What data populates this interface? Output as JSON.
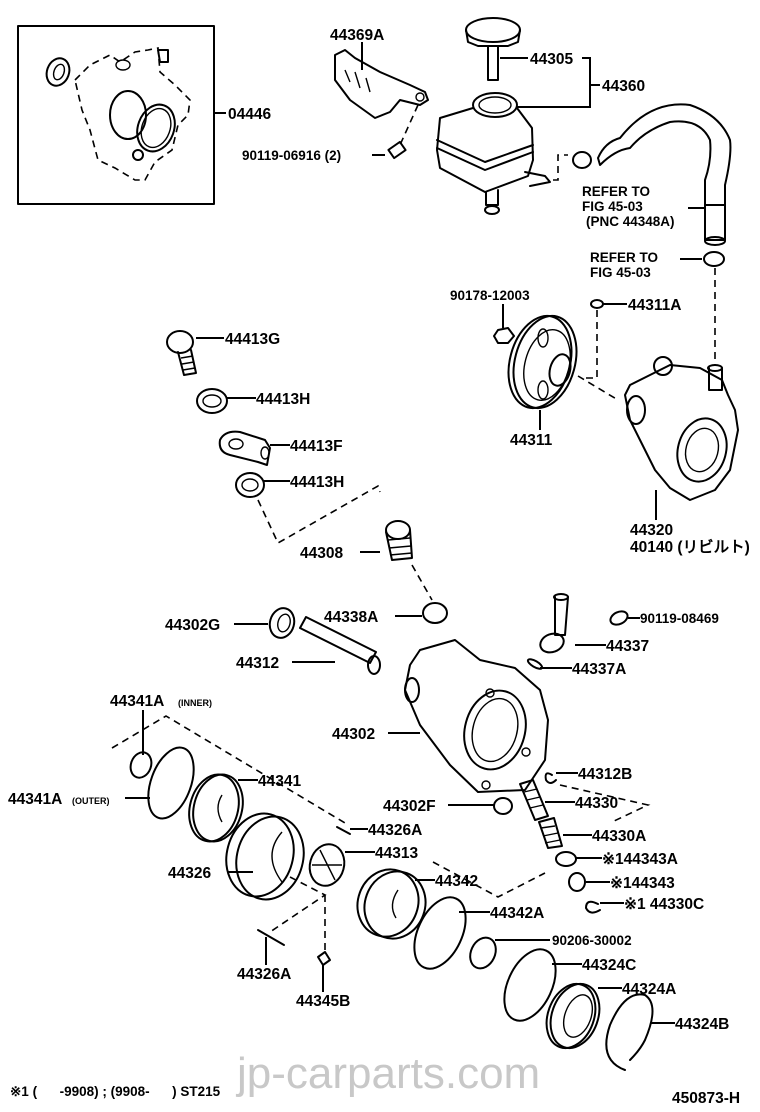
{
  "diagram": {
    "kit_box_label": "04446",
    "watermark": "jp-carparts.com",
    "figure_id": "450873-H",
    "footnote": "※1 (      -9908) ; (9908-      ) ST215",
    "labels": {
      "p44369A": "44369A",
      "p90119_06916": "90119-06916 (2)",
      "p44305": "44305",
      "p44360": "44360",
      "refer1_line1": "REFER TO",
      "refer1_line2": "FIG 45-03",
      "refer1_line3": "(PNC 44348A)",
      "refer2_line1": "REFER TO",
      "refer2_line2": "FIG 45-03",
      "p90178_12003": "90178-12003",
      "p44311A": "44311A",
      "p44311": "44311",
      "p44320": "44320",
      "p40140": "40140 (リビルト)",
      "p44413G": "44413G",
      "p44413H_a": "44413H",
      "p44413F": "44413F",
      "p44413H_b": "44413H",
      "p44308": "44308",
      "p44338A": "44338A",
      "p44302G": "44302G",
      "p44312": "44312",
      "p90119_08469": "90119-08469",
      "p44337": "44337",
      "p44337A": "44337A",
      "p44341A_inner": "44341A",
      "p44341A_inner_note": "(INNER)",
      "p44302": "44302",
      "p44312B": "44312B",
      "p44341": "44341",
      "p44341A_outer": "44341A",
      "p44341A_outer_note": "(OUTER)",
      "p44302F": "44302F",
      "p44330": "44330",
      "p44326A_a": "44326A",
      "p44330A": "44330A",
      "p44313": "44313",
      "p144343A": "※144343A",
      "p44326": "44326",
      "p44342": "44342",
      "p144343": "※144343",
      "p144330C": "※1 44330C",
      "p44342A": "44342A",
      "p90206_30002": "90206-30002",
      "p44324C": "44324C",
      "p44326A_b": "44326A",
      "p44324A": "44324A",
      "p44345B": "44345B",
      "p44324B": "44324B"
    }
  }
}
